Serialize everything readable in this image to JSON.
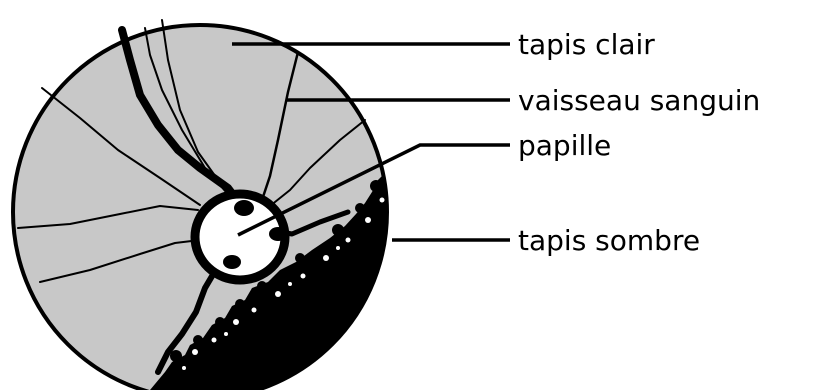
{
  "labels": {
    "tapis_clair": "tapis clair",
    "vaisseau_sanguin": "vaisseau sanguin",
    "papille": "papille",
    "tapis_sombre": "tapis sombre"
  },
  "colors": {
    "outline": "#000000",
    "tapis_clair": "#c8c8c8",
    "tapis_sombre": "#000000",
    "papille": "#ffffff",
    "background": "#ffffff"
  }
}
